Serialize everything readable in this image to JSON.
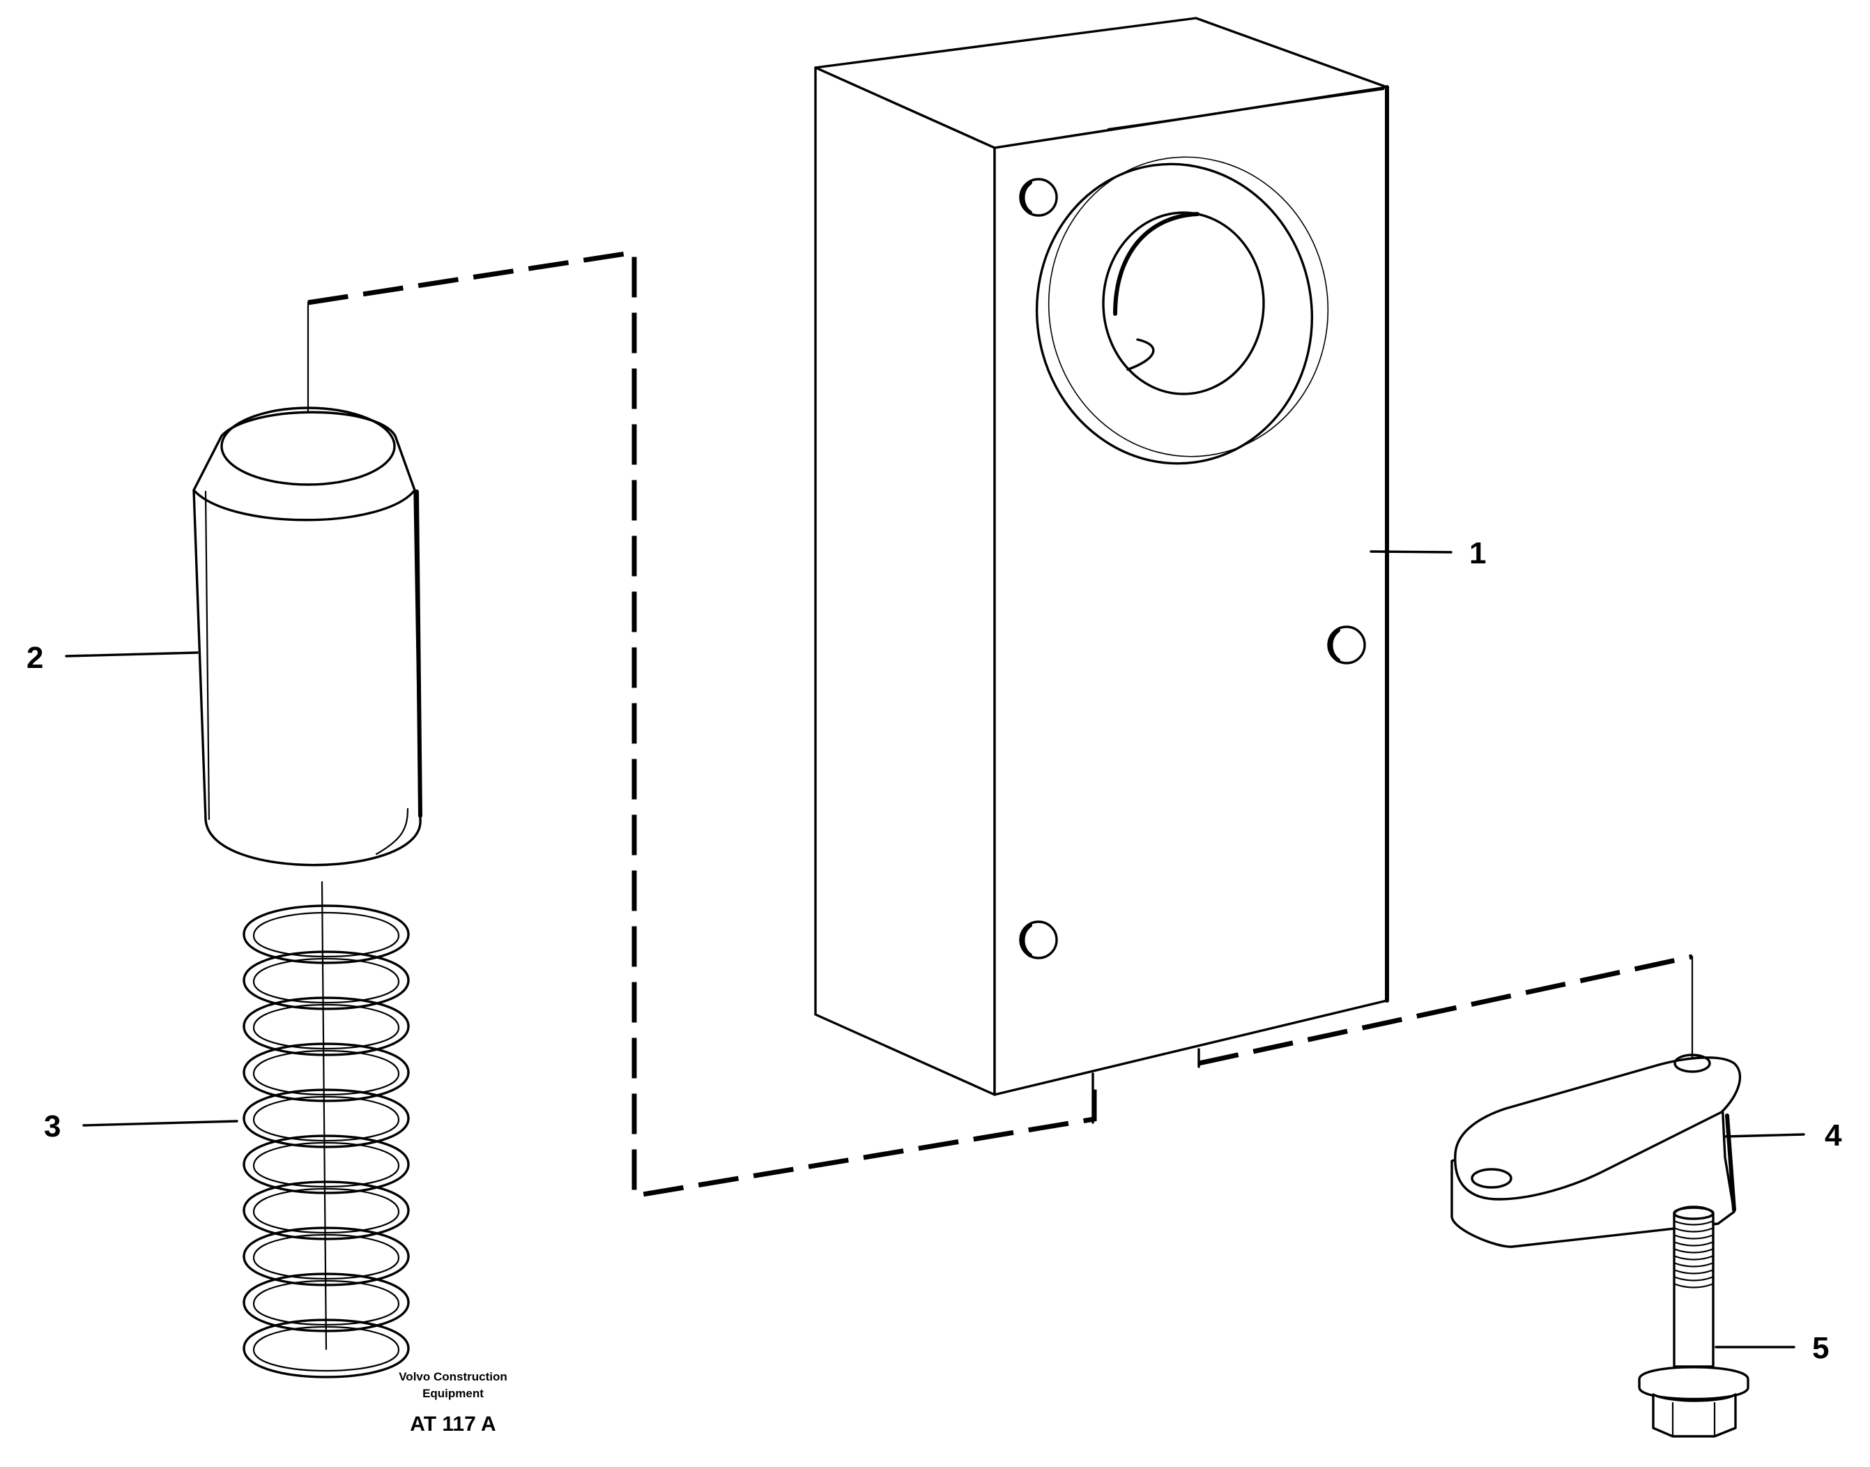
{
  "callouts": [
    {
      "label": "1",
      "part": "valve block"
    },
    {
      "label": "2",
      "part": "piston"
    },
    {
      "label": "3",
      "part": "spring"
    },
    {
      "label": "4",
      "part": "cover plate"
    },
    {
      "label": "5",
      "part": "flange screw"
    }
  ],
  "credit": {
    "line1": "Volvo Construction",
    "line2": "Equipment",
    "code": "AT 117 A"
  }
}
